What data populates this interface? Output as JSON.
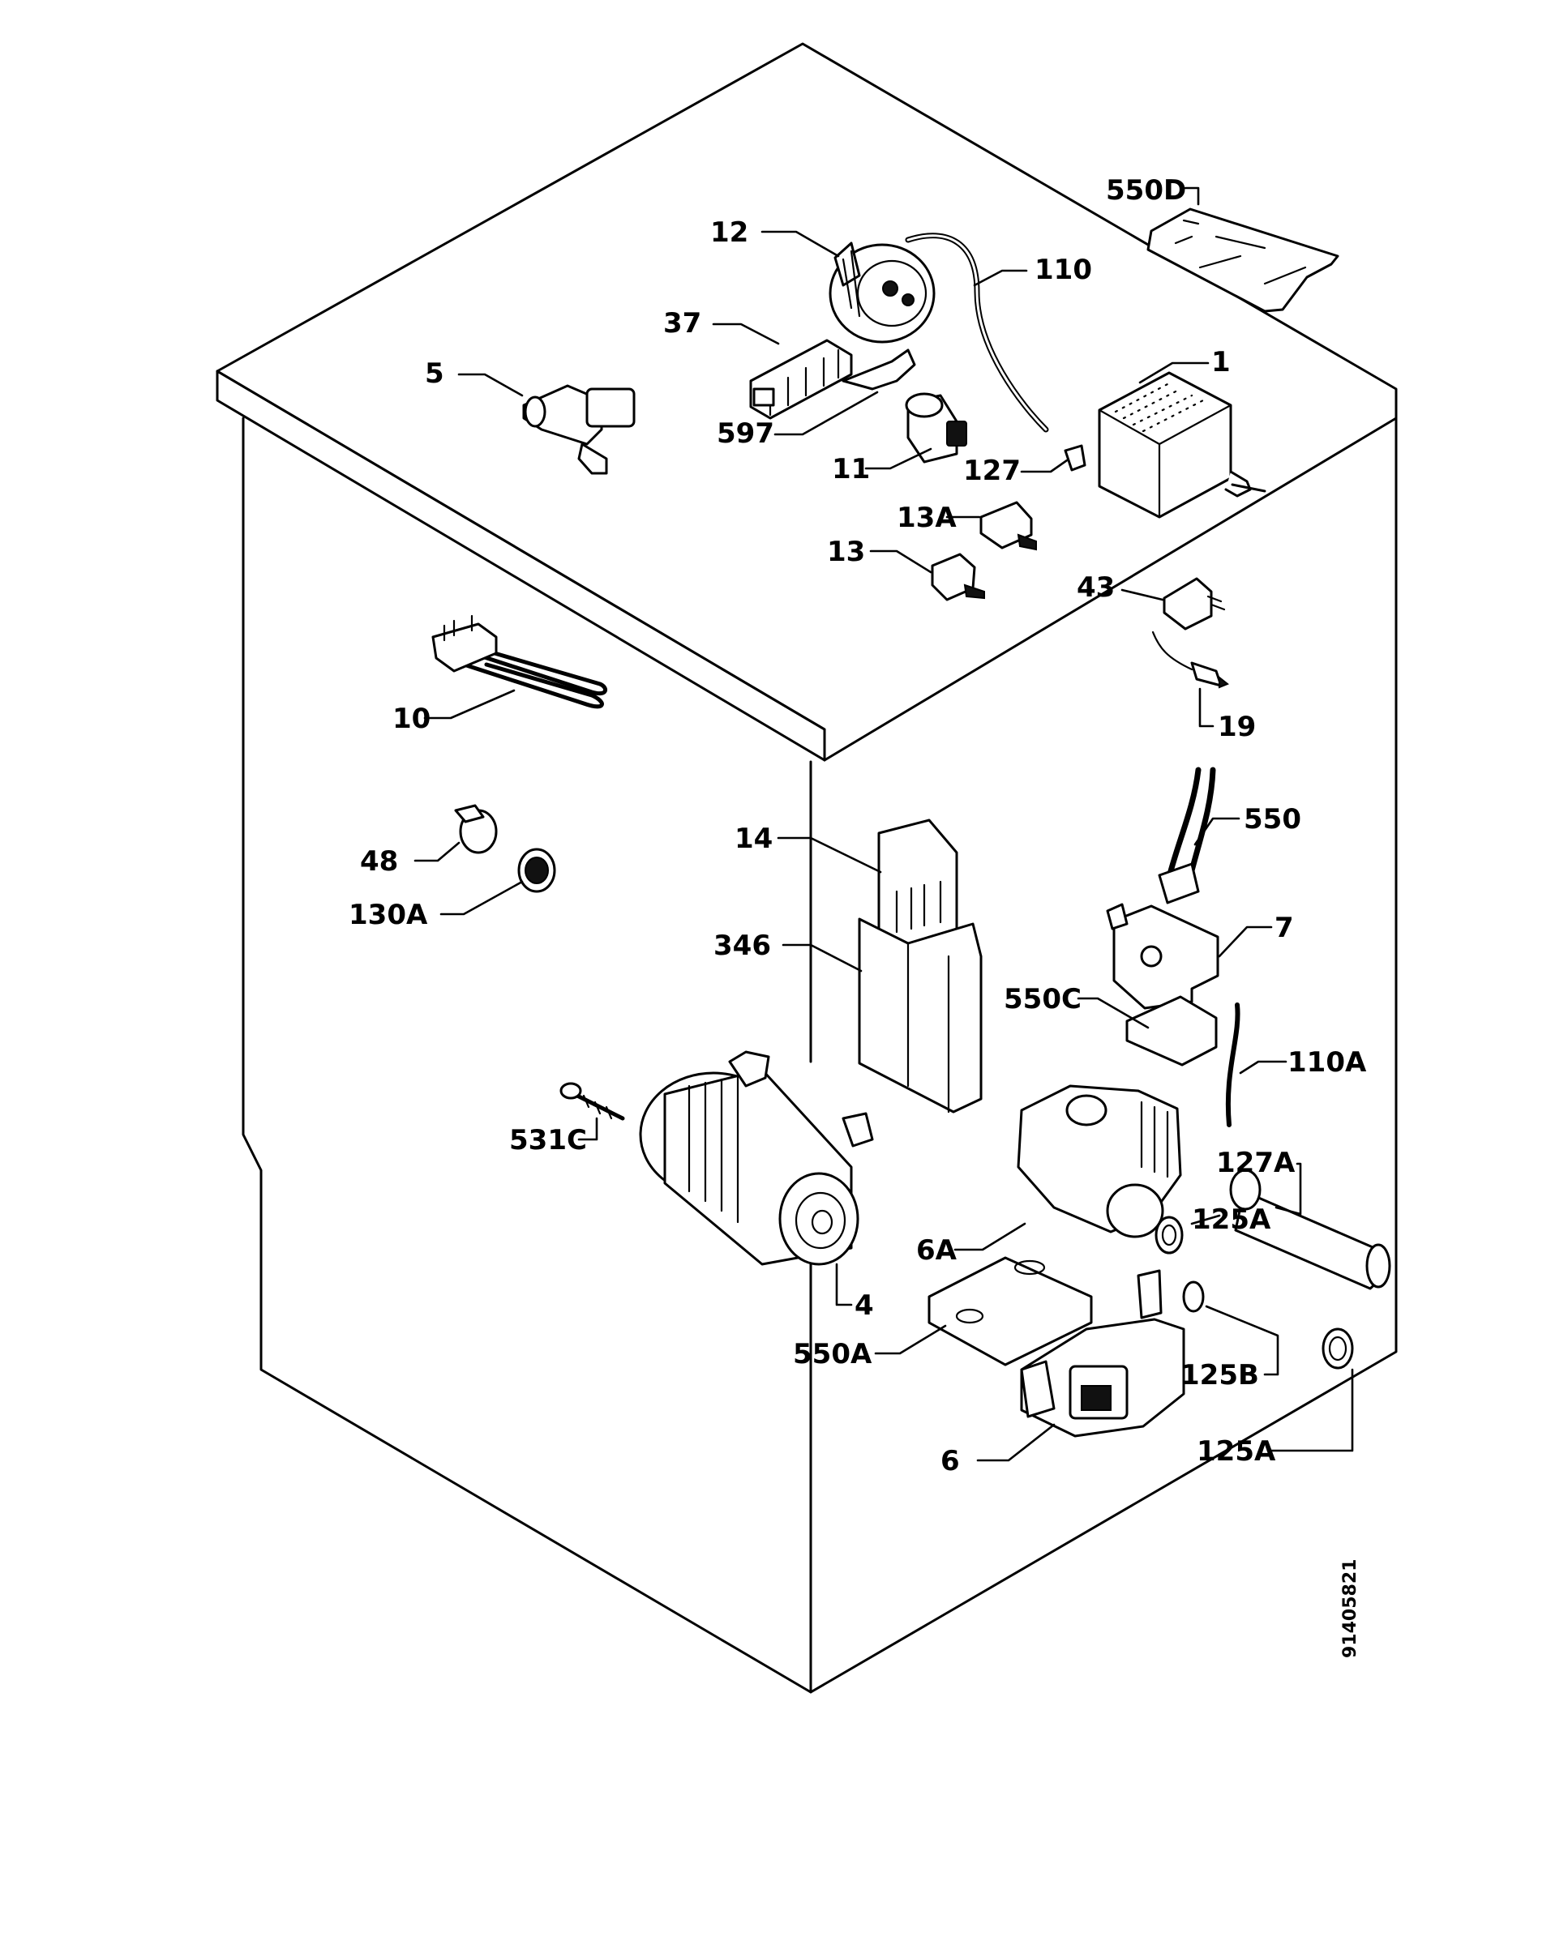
{
  "labels": {
    "l550D": "550D",
    "l12": "12",
    "l110": "110",
    "l37": "37",
    "l5": "5",
    "l1": "1",
    "l597": "597",
    "l11": "11",
    "l127": "127",
    "l13A": "13A",
    "l13": "13",
    "l43": "43",
    "l19": "19",
    "l10": "10",
    "l550": "550",
    "l14": "14",
    "l48": "48",
    "l130A": "130A",
    "l7": "7",
    "l346": "346",
    "l550C": "550C",
    "l110A": "110A",
    "l531C": "531C",
    "l127A": "127A",
    "l125A_top": "125A",
    "l6A": "6A",
    "l4": "4",
    "l550A": "550A",
    "l125B": "125B",
    "l6": "6",
    "l125A_bottom": "125A"
  },
  "reference_number": "91405821"
}
